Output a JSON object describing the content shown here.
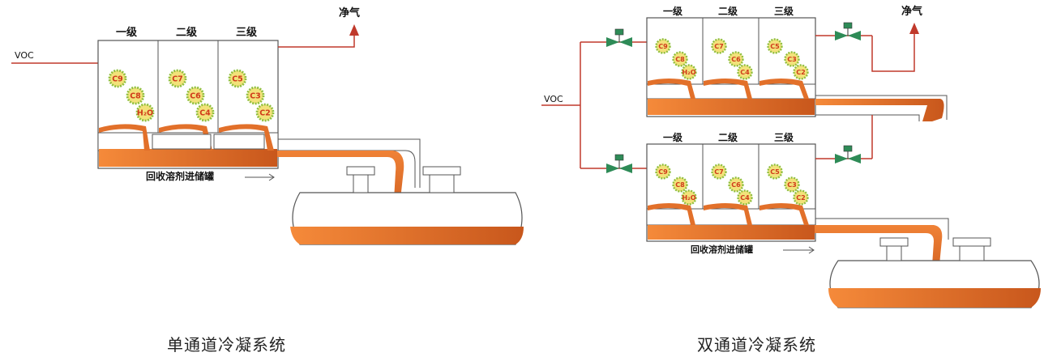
{
  "colors": {
    "liquid_light": "#f58a3a",
    "liquid_dark": "#c8571c",
    "pipe_red": "#c0392b",
    "valve_green": "#2e8b57",
    "molecule_fill": "#f2e27a",
    "molecule_ring": "#8fbf3f",
    "molecule_text": "#d03a1a",
    "outline": "#555555"
  },
  "single": {
    "caption": "单通道冷凝系统",
    "inlet_label": "VOC",
    "outlet_label": "净气",
    "recovery_label": "回收溶剂进储罐",
    "stages": [
      "一级",
      "二级",
      "三级"
    ],
    "molecules": [
      [
        "C9",
        "C8",
        "H₂O"
      ],
      [
        "C7",
        "C6",
        "C4"
      ],
      [
        "C5",
        "C3",
        "C2"
      ]
    ]
  },
  "double": {
    "caption": "双通道冷凝系统",
    "inlet_label": "VOC",
    "outlet_label": "净气",
    "recovery_label": "回收溶剂进储罐",
    "top_stages": [
      "一级",
      "二级",
      "三级"
    ],
    "bottom_stages": [
      "一级",
      "二级",
      "三级"
    ],
    "molecules": [
      [
        "C9",
        "C8",
        "H₂O"
      ],
      [
        "C7",
        "C6",
        "C4"
      ],
      [
        "C5",
        "C3",
        "C2"
      ]
    ]
  }
}
